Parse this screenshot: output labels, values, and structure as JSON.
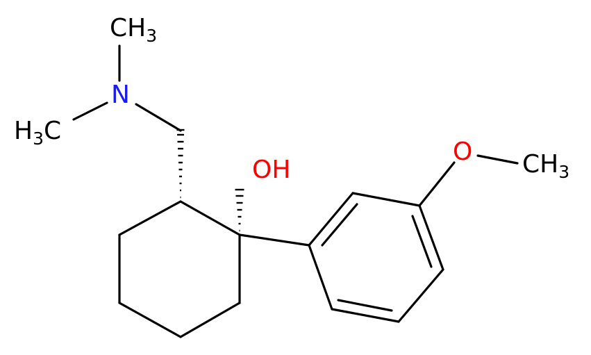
{
  "colors": {
    "bond": "#000000",
    "carbon": "#000000",
    "nitrogen": "#1c1cf0",
    "oxygen": "#ff0000"
  },
  "atoms": {
    "methyl_top": {
      "symbol": "CH",
      "subscript": "3"
    },
    "nitrogen": {
      "symbol": "N"
    },
    "methyl_left": {
      "prefix": "H",
      "subscript": "3",
      "symbol": "C"
    },
    "hydroxyl": {
      "symbol": "OH"
    },
    "ether_oxygen": {
      "symbol": "O"
    },
    "methyl_methoxy": {
      "symbol": "CH",
      "subscript": "3"
    }
  }
}
